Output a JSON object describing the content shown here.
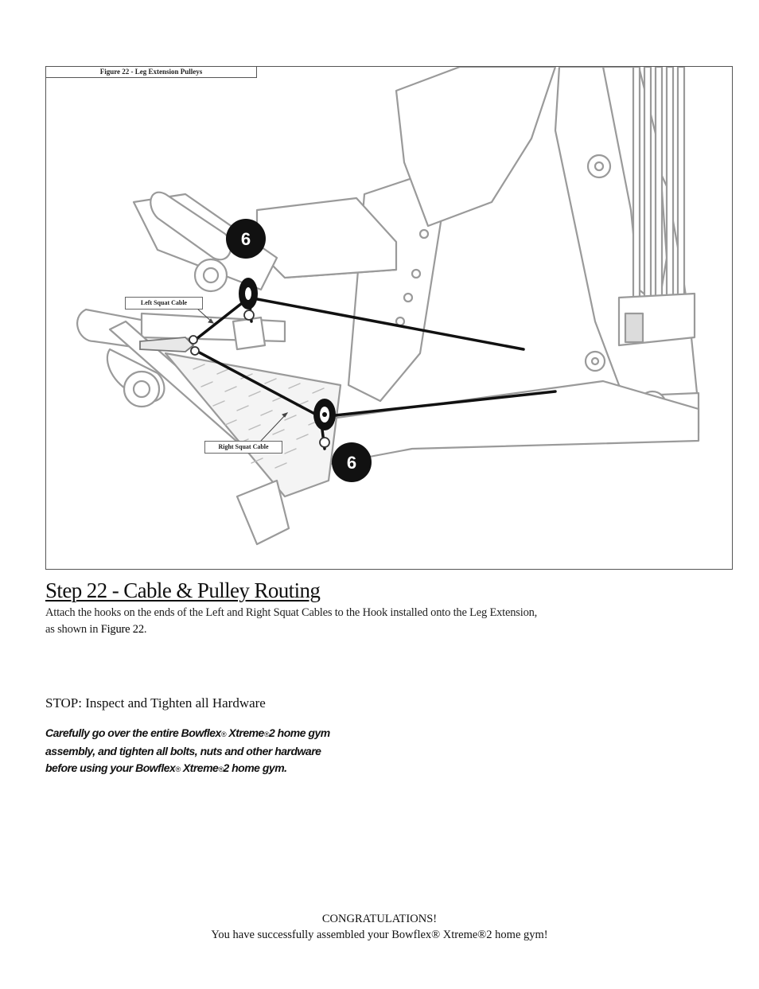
{
  "figure": {
    "caption": "Figure 22 - Leg Extension Pulleys",
    "callouts": {
      "left_squat_cable": "Left Squat Cable",
      "right_squat_cable": "Right Squat Cable"
    },
    "part_badges": [
      "6",
      "6"
    ]
  },
  "step": {
    "title": "Step 22 - Cable & Pulley Routing",
    "body_line1": "Attach the hooks on the ends of the Left and Right Squat Cables to the Hook installed onto the Leg Extension,",
    "body_line2_prefix": "as shown in ",
    "body_figure_ref": "Figure 22",
    "body_line2_suffix": "."
  },
  "stop": {
    "heading": "STOP: Inspect and Tighten all Hardware",
    "line1_a": "Carefully go over the entire Bowflex",
    "line1_b": " Xtreme",
    "line1_c": "2 home gym",
    "line2": "assembly, and tighten all bolts, nuts and other hardware",
    "line3_a": "before using your Bowflex",
    "line3_b": " Xtreme",
    "line3_c": "2 home gym.",
    "reg_mark": "®"
  },
  "congrats": {
    "line1": "CONGRATULATIONS!",
    "line2": "You have successfully assembled your Bowflex® Xtreme®2 home gym!"
  }
}
